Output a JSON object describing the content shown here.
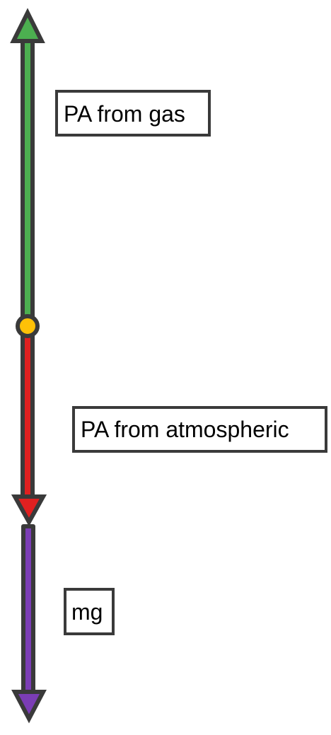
{
  "colors": {
    "outline": "#3a3a3a",
    "gas_force": "#4caf50",
    "atmospheric_force": "#e02020",
    "weight_force": "#7b3db5",
    "point_of_application": "#ffc107"
  },
  "forces": [
    {
      "id": "gas",
      "label": "PA from gas",
      "direction": "up",
      "color_key": "gas_force"
    },
    {
      "id": "atmospheric",
      "label": "PA from atmospheric",
      "direction": "down",
      "color_key": "atmospheric_force"
    },
    {
      "id": "weight",
      "label": "mg",
      "direction": "down",
      "color_key": "weight_force"
    }
  ]
}
